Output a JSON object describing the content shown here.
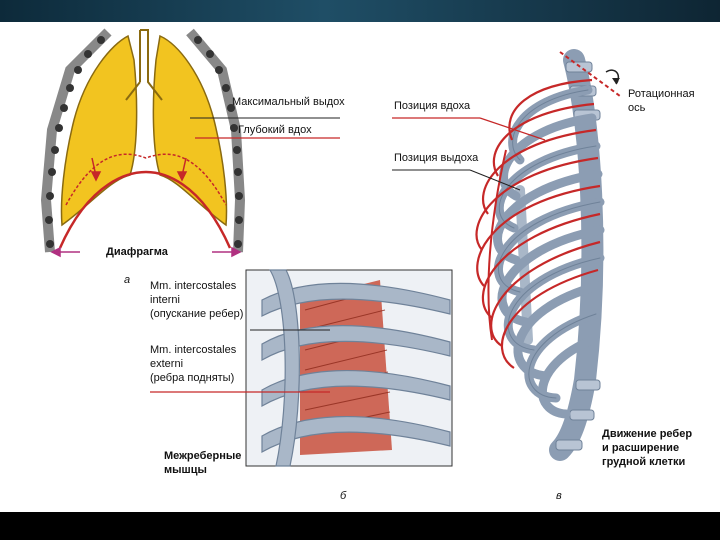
{
  "panel_a": {
    "label_max_exhale": "Максимальный выдох",
    "label_deep_inhale": "Глубокий вдох",
    "label_diaphragm": "Диафрагма",
    "panel_letter": "а"
  },
  "panel_b": {
    "label_internal_1": "Mm. intercostales",
    "label_internal_2": "interni",
    "label_internal_3": "(опускание ребер)",
    "label_external_1": "Mm. intercostales",
    "label_external_2": "externi",
    "label_external_3": "(ребра подняты)",
    "label_muscles_1": "Межреберные",
    "label_muscles_2": "мышцы",
    "panel_letter": "б"
  },
  "panel_c": {
    "label_inhale_pos": "Позиция вдоха",
    "label_exhale_pos": "Позиция выдоха",
    "label_rot_axis_1": "Ротационная",
    "label_rot_axis_2": "ось",
    "label_motion_1": "Движение ребер",
    "label_motion_2": "и расширение",
    "label_motion_3": "грудной клетки",
    "panel_letter": "в"
  },
  "colors": {
    "lung": "#f2c420",
    "bone": "#a9b7c8",
    "bone_dark": "#6f8299",
    "red_line": "#c62828",
    "muscle": "#c8503c",
    "arrow": "#b03080"
  }
}
